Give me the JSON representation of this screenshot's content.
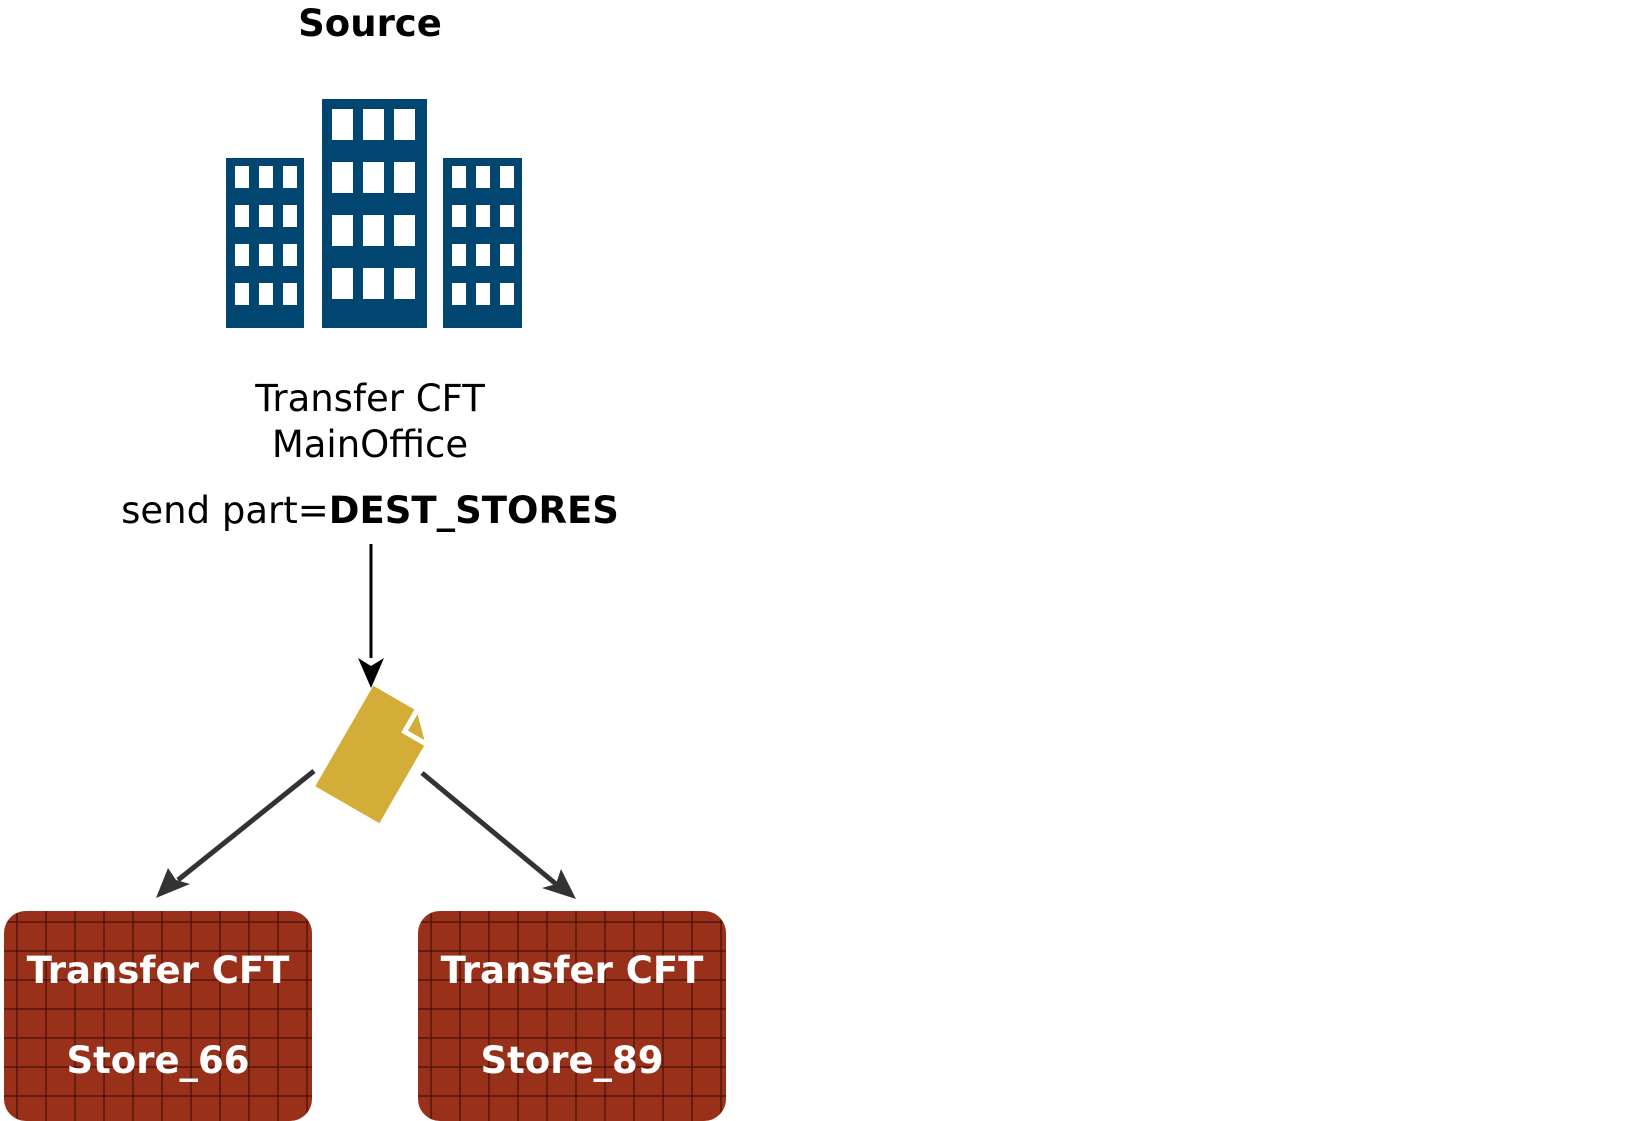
{
  "source": {
    "title": "Source",
    "icon": "office-buildings-icon",
    "icon_color": "#004670",
    "label_line1": "Transfer CFT",
    "label_line2": "MainOffice"
  },
  "command": {
    "prefix": "send part=",
    "value": "DEST_STORES"
  },
  "file": {
    "icon": "file-document-icon",
    "color": "#d4ac38"
  },
  "destinations": [
    {
      "line1": "Transfer CFT",
      "line2": "Store_66"
    },
    {
      "line1": "Transfer CFT",
      "line2": "Store_89"
    }
  ],
  "colors": {
    "store_box": "#98301a",
    "arrow": "#333333"
  }
}
